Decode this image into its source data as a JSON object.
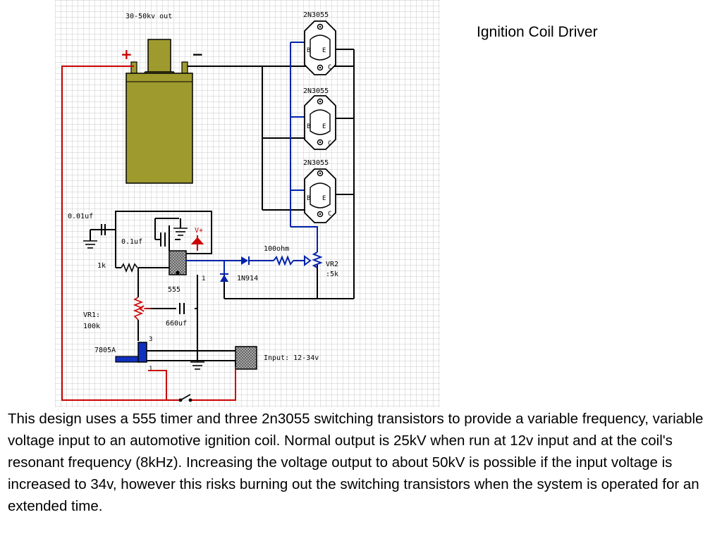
{
  "title": "Ignition Coil Driver",
  "schematic": {
    "labels": {
      "coil_output": "30-50kv out",
      "plus_sign": "+",
      "minus_sign": "−",
      "transistor_1": "2N3055",
      "transistor_2": "2N3055",
      "transistor_3": "2N3055",
      "pin_b": "B",
      "pin_e": "E",
      "pin_c": "C",
      "cap_small": "0.01uf",
      "cap_medium": "0.1uf",
      "vplus": "V+",
      "resistor_1k": "1k",
      "timer": "555",
      "timer_pin1": "1",
      "resistor_100ohm": "100ohm",
      "diode": "1N914",
      "vr2_name": "VR2",
      "vr2_value": ":5k",
      "vr1_name": "VR1:",
      "vr1_value": "100k",
      "cap_large": "660uf",
      "regulator": "7805A",
      "reg_pin3": "3",
      "reg_pin1": "1",
      "input": "Input: 12-34v"
    },
    "colors": {
      "wire": "#000000",
      "power_wire": "#cc0000",
      "base_wire": "#0022aa",
      "coil_body": "#9e9a2e",
      "grid_line": "#c8c8c8",
      "regulator_fill": "#1030c0"
    }
  },
  "description": "This design uses a 555 timer and three 2n3055 switching transistors to provide a variable frequency, variable voltage input to an automotive ignition coil. Normal output is 25kV when run at 12v input and at the coil's resonant frequency (8kHz). Increasing the voltage output to about 50kV is possible if the input voltage is increased to 34v, however this risks burning out the switching transistors when the system is operated for an extended time."
}
